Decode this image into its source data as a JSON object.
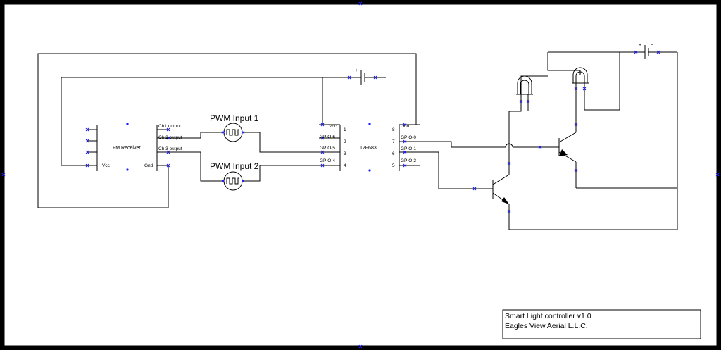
{
  "components": {
    "fm_receiver": {
      "label": "FM Receiver",
      "pin_vcc": "Vcc",
      "pin_ch1": "Ch1 output",
      "pin_ch2": "Ch 2 output",
      "pin_ch3": "Ch 3 output",
      "pin_gnd": "Gnd"
    },
    "pwm1": {
      "label": "PWM Input 1"
    },
    "pwm2": {
      "label": "PWM Input 2"
    },
    "mcu": {
      "label": "12F683",
      "left_pins": [
        {
          "name": "Vcc",
          "num": "1"
        },
        {
          "name": "GPIO-6",
          "num": "2"
        },
        {
          "name": "GPIO-5",
          "num": "3"
        },
        {
          "name": "GPIO-4",
          "num": "4"
        }
      ],
      "right_pins": [
        {
          "name": "Gnd",
          "num": "8"
        },
        {
          "name": "GPIO-0",
          "num": "7"
        },
        {
          "name": "GPIO-1",
          "num": "6"
        },
        {
          "name": "GPIO-2",
          "num": "5"
        }
      ]
    },
    "battery_symbols": {
      "plus": "+",
      "minus": "−"
    }
  },
  "title_block": {
    "line1": "Smart Light controller v1.0",
    "line2": "Eagles View Aerial L.L.C."
  },
  "colors": {
    "frame": "#000000",
    "sheet": "#ffffff",
    "wire": "#000000",
    "connection_marker": "#1a1aff"
  }
}
